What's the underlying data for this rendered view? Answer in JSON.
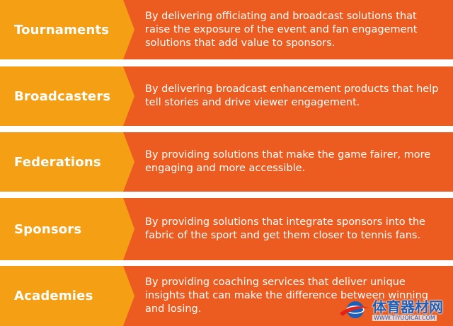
{
  "rows": [
    {
      "title": "Tournaments",
      "description": "By delivering officiating and broadcast solutions that raise the exposure of the event and fan engagement solutions that add value to sponsors."
    },
    {
      "title": "Broadcasters",
      "description": "By delivering broadcast enhancement products that help tell stories and drive viewer engagement."
    },
    {
      "title": "Federations",
      "description": "By providing solutions that make the game fairer, more engaging and more accessible."
    },
    {
      "title": "Sponsors",
      "description": "By providing solutions that integrate sponsors into the fabric of the sport and get them closer to tennis fans."
    },
    {
      "title": "Academies",
      "description": "By providing coaching services that deliver unique insights that can make the difference between winning and losing."
    }
  ],
  "watermark": {
    "site_name": "体育器材网",
    "url": "WWW.TIYUQICAI.COM",
    "icon": "globe-swoosh-logo"
  },
  "colors": {
    "tab": "#f5a014",
    "body": "#ec5b1f",
    "text": "#ffffff"
  }
}
